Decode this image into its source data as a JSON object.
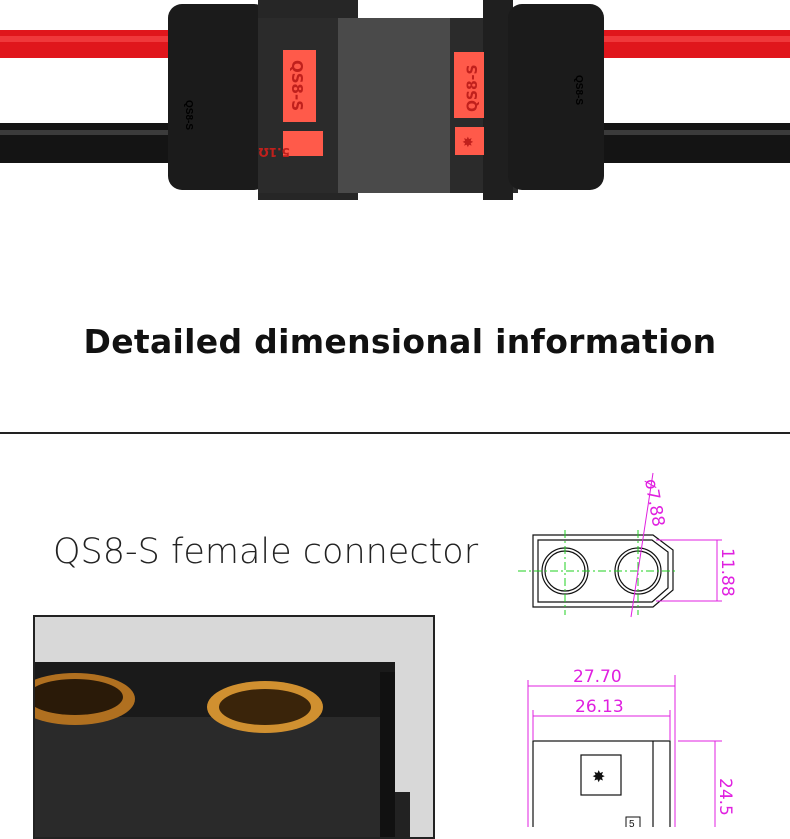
{
  "product_photo": {
    "body_label_left": "QS8-S",
    "body_label_right": "QS8-S",
    "resistor_label": "5.1Ω",
    "housing_text_left": "QS8-S",
    "housing_text_right": "QS8-S",
    "spark_icon": "spark-icon"
  },
  "section": {
    "heading": "Detailed dimensional information",
    "subtitle": "QS8-S female connector"
  },
  "drawing": {
    "diameter": "ø7.88",
    "height_top": "11.88",
    "width_outer": "27.70",
    "width_inner": "26.13",
    "height_side": "24.5",
    "tag": "5"
  },
  "colors": {
    "dimension": "#e020e0",
    "centerline": "#20d020",
    "label_bg": "#ff5a4a"
  }
}
